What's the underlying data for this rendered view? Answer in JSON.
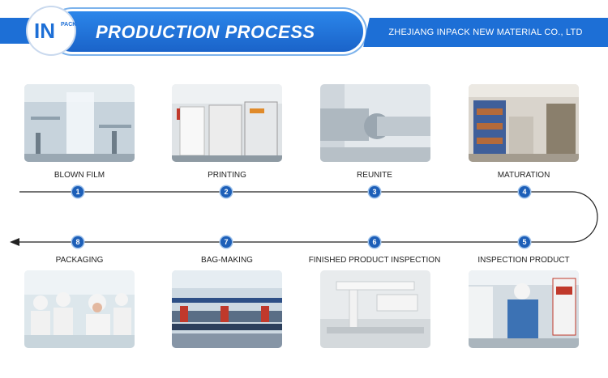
{
  "header": {
    "title": "PRODUCTION PROCESS",
    "company": "ZHEJIANG INPACK NEW MATERIAL CO., LTD",
    "logo_main": "IN",
    "logo_sub": "PACK"
  },
  "steps": [
    {
      "num": "1",
      "label": "BLOWN FILM",
      "icon": "blown-film-photo"
    },
    {
      "num": "2",
      "label": "PRINTING",
      "icon": "printing-photo"
    },
    {
      "num": "3",
      "label": "REUNITE",
      "icon": "reunite-photo"
    },
    {
      "num": "4",
      "label": "MATURATION",
      "icon": "maturation-photo"
    },
    {
      "num": "5",
      "label": "INSPECTION PRODUCT",
      "icon": "inspection-product-photo"
    },
    {
      "num": "6",
      "label": "FINISHED PRODUCT INSPECTION",
      "icon": "finished-product-inspection-photo"
    },
    {
      "num": "7",
      "label": "BAG-MAKING",
      "icon": "bag-making-photo"
    },
    {
      "num": "8",
      "label": "PACKAGING",
      "icon": "packaging-photo"
    }
  ],
  "colors": {
    "accent": "#1d6fd6",
    "step_badge": "#1d5fb8",
    "line": "#222222"
  }
}
